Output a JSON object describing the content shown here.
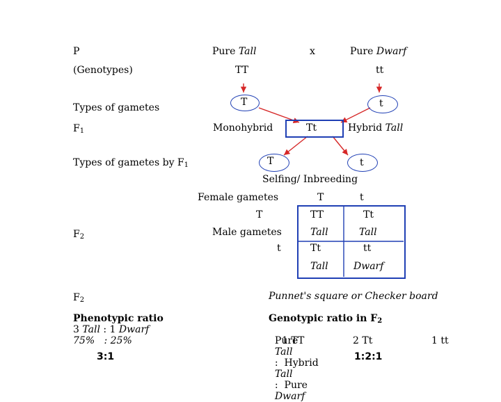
{
  "header": {
    "p_label": "P",
    "parent1_prefix": "Pure",
    "parent1_trait": "Tall",
    "cross_symbol": "x",
    "parent2_prefix": "Pure",
    "parent2_trait": "Dwarf"
  },
  "genotypes": {
    "label": "(Genotypes)",
    "parent1": "TT",
    "parent2": "tt"
  },
  "gametes_p": {
    "label": "Types of gametes",
    "g1": "T",
    "g2": "t"
  },
  "f1": {
    "label": "F",
    "label_sub": "1",
    "left_text": "Monohybrid",
    "genotype": "Tt",
    "right_prefix": "Hybrid",
    "right_trait": "Tall"
  },
  "gametes_f1": {
    "label": "Types of gametes by F",
    "label_sub": "1",
    "g1": "T",
    "g2": "t"
  },
  "selfing": "Selfing/ Inbreeding",
  "punnett": {
    "female_label": "Female gametes",
    "female_T": "T",
    "female_t": "t",
    "male_label": "Male gametes",
    "male_T": "T",
    "male_t": "t",
    "f2_label": "F",
    "f2_sub": "2",
    "cells": [
      {
        "genotype": "TT",
        "phenotype": "Tall"
      },
      {
        "genotype": "Tt",
        "phenotype": "Tall"
      },
      {
        "genotype": "Tt",
        "phenotype": "Tall"
      },
      {
        "genotype": "tt",
        "phenotype": "Dwarf"
      }
    ]
  },
  "f2_row": {
    "label": "F",
    "sub": "2",
    "caption": "Punnet's square or Checker board"
  },
  "phenotypic": {
    "title": "Phenotypic ratio",
    "line1_a": "3",
    "line1_b": "Tall",
    "line1_c": ": 1",
    "line1_d": "Dwarf",
    "line2": "75%   : 25%",
    "ratio": "3:1"
  },
  "genotypic": {
    "title": "Genotypic ratio in F",
    "title_sub": "2",
    "l1_a": "Pure",
    "l1_b": "Tall",
    "l1_c": ":  Hybrid",
    "l1_d": "Tall",
    "l1_e": ":  Pure",
    "l1_f": "Dwarf",
    "v1": "1 TT",
    "v2": "2 Tt",
    "v3": "1 tt",
    "ratio": "1:2:1"
  },
  "colors": {
    "accent_blue": "#1f3fb4",
    "arrow_red": "#d62828"
  }
}
